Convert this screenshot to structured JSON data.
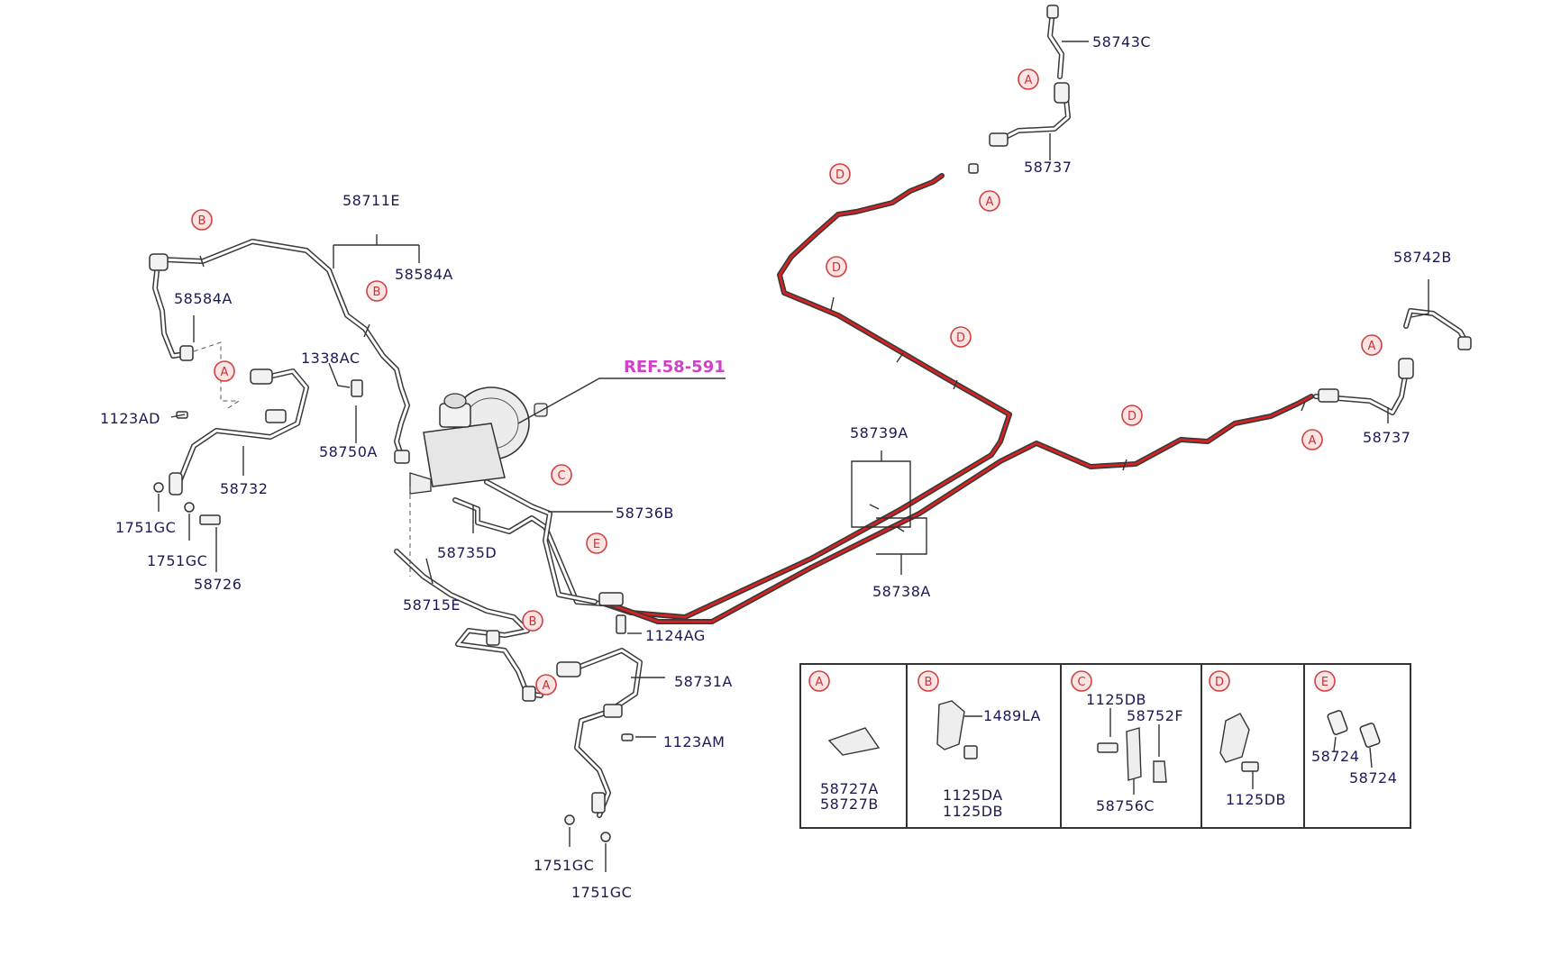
{
  "header": {
    "text": ""
  },
  "reference": "REF.58-591",
  "callout_letters": [
    "A",
    "B",
    "C",
    "D",
    "E"
  ],
  "part_labels": {
    "p58743C": "58743C",
    "p58737_top": "58737",
    "p58711E": "58711E",
    "p58584A_right": "58584A",
    "p58584A_left": "58584A",
    "p1338AC": "1338AC",
    "p58750A": "58750A",
    "p1123AD": "1123AD",
    "p58732": "58732",
    "p1751GC_a": "1751GC",
    "p1751GC_b": "1751GC",
    "p58726": "58726",
    "p58736B": "58736B",
    "p58735D": "58735D",
    "p58715E": "58715E",
    "p1124AG": "1124AG",
    "p58731A": "58731A",
    "p1123AM": "1123AM",
    "p1751GC_c": "1751GC",
    "p1751GC_d": "1751GC",
    "p58739A": "58739A",
    "p58738A": "58738A",
    "p58742B": "58742B",
    "p58737_right": "58737"
  },
  "legend": {
    "cells": [
      {
        "letter": "A",
        "labels": [
          "58727A",
          "58727B"
        ]
      },
      {
        "letter": "B",
        "labels": [
          "1489LA",
          "1125DA",
          "1125DB"
        ]
      },
      {
        "letter": "C",
        "labels": [
          "1125DB",
          "58752F",
          "58756C"
        ]
      },
      {
        "letter": "D",
        "labels": [
          "1125DB"
        ]
      },
      {
        "letter": "E",
        "labels": [
          "58724",
          "58724"
        ]
      }
    ]
  },
  "colors": {
    "highlight": "#e02020",
    "reference": "#d040c8",
    "callout": "#d04040",
    "label": "#1a1a55"
  }
}
